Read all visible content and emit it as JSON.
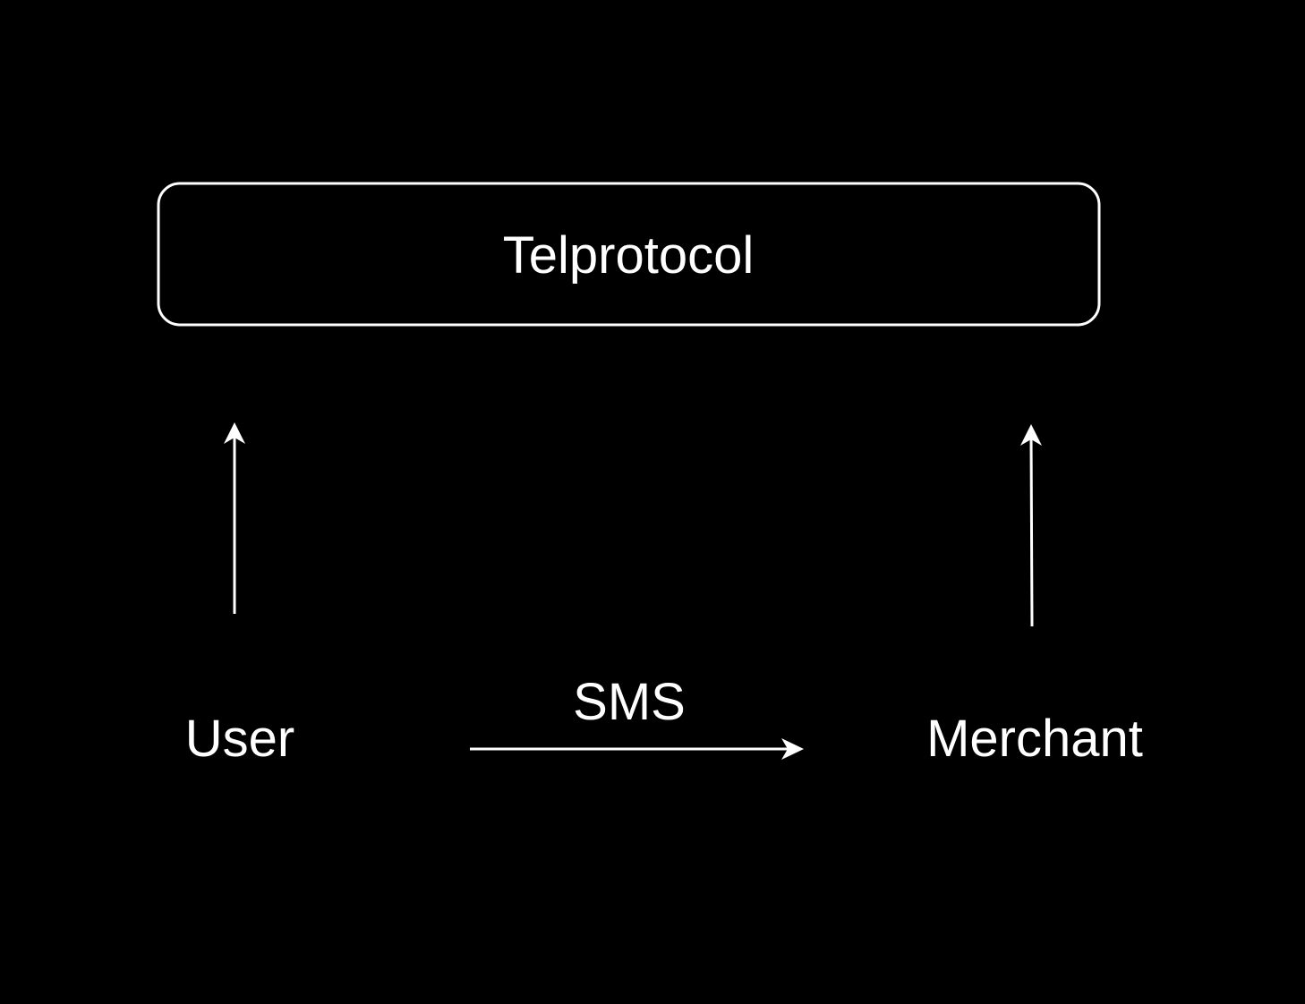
{
  "diagram": {
    "background_color": "#000000",
    "foreground_color": "#ffffff",
    "nodes": {
      "protocol": {
        "label": "Telprotocol"
      },
      "user": {
        "label": "User"
      },
      "merchant": {
        "label": "Merchant"
      }
    },
    "edges": {
      "user_to_merchant": {
        "label": "SMS",
        "from": "User",
        "to": "Merchant"
      },
      "user_to_protocol": {
        "from": "User",
        "to": "Telprotocol"
      },
      "merchant_to_protocol": {
        "from": "Merchant",
        "to": "Telprotocol"
      }
    }
  }
}
